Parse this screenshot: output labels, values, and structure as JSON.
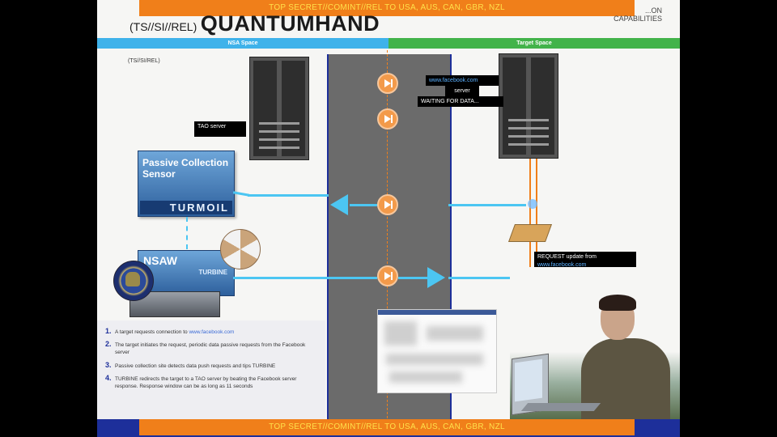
{
  "banner": {
    "top": "TOP SECRET//COMINT//REL TO USA, AUS, CAN, GBR, NZL",
    "bottom": "TOP SECRET//COMINT//REL TO USA, AUS, CAN, GBR, NZL"
  },
  "title": {
    "classification": "(TS//SI//REL)",
    "name": "QUANTUMHAND"
  },
  "logo": {
    "line1": "...ON",
    "line2": "CAPABILITIES"
  },
  "spaces": {
    "nsa": "NSA Space",
    "target": "Target Space"
  },
  "section_classification": "(TS//SI/REL)",
  "servers": {
    "tao_label": "TAO server",
    "target_label_1": "www.facebook.com",
    "target_label_2": "server",
    "target_label_3": "WAITING FOR DATA..."
  },
  "sensor": {
    "title_line1": "Passive Collection",
    "title_line2": "Sensor",
    "brand": "TURMOIL"
  },
  "turbine": {
    "title": "NSAW",
    "subtitle": "TURBINE"
  },
  "request": {
    "line1": "REQUEST update from",
    "line2": "www.facebook.com"
  },
  "steps": [
    {
      "num": "1.",
      "text": "A target requests connection to",
      "link": "www.facebook.com"
    },
    {
      "num": "2.",
      "text": "The target initiates the request, periodic data passive requests from the Facebook server",
      "link": ""
    },
    {
      "num": "3.",
      "text": "Passive collection site detects data push requests and tips TURBINE",
      "link": ""
    },
    {
      "num": "4.",
      "text": "TURBINE redirects the target to a TAO server by beating the Facebook server response. Response window can be as long as 11 seconds",
      "link": ""
    }
  ],
  "colors": {
    "banner": "#f07f1a",
    "banner_text": "#ffe04a",
    "nsa_space": "#3fb2ea",
    "target_space": "#42b34a",
    "flow": "#4cc6f2",
    "node": "#f39a4a"
  }
}
